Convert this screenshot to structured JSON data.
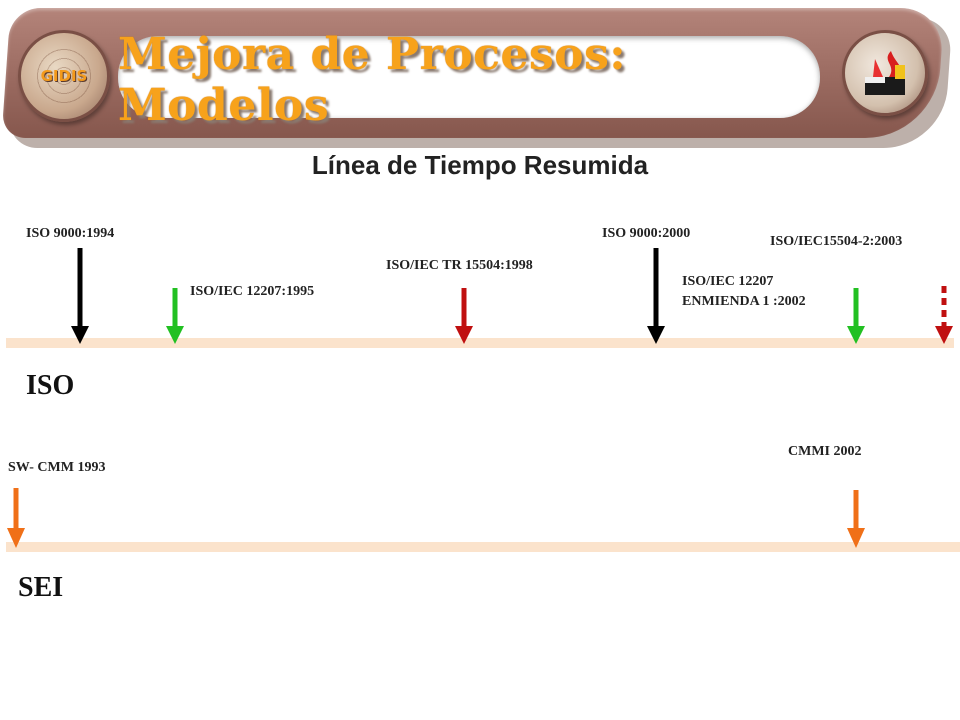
{
  "header": {
    "title": "Mejora de Procesos: Modelos",
    "logo_left_text": "GIDIS",
    "title_color": "#f7a21b",
    "banner_color": "#9a6a60"
  },
  "subtitle": "Línea de Tiempo Resumida",
  "timelines": [
    {
      "label": "ISO",
      "events": [
        {
          "label": "ISO 9000:1994",
          "arrow": "black",
          "style": "solid"
        },
        {
          "label": "ISO/IEC 12207:1995",
          "arrow": "green",
          "style": "solid"
        },
        {
          "label": "ISO/IEC TR 15504:1998",
          "arrow": "red",
          "style": "solid"
        },
        {
          "label": "ISO 9000:2000",
          "arrow": "black",
          "style": "solid"
        },
        {
          "label": "ISO/IEC 12207\nENMIENDA 1 :2002",
          "arrow": "green",
          "style": "solid"
        },
        {
          "label": "ISO/IEC15504-2:2003",
          "arrow": "red",
          "style": "dashed"
        }
      ]
    },
    {
      "label": "SEI",
      "events": [
        {
          "label": "SW- CMM 1993",
          "arrow": "orange",
          "style": "solid"
        },
        {
          "label": "CMMI 2002",
          "arrow": "orange",
          "style": "solid"
        }
      ]
    }
  ],
  "colors": {
    "black": "#000000",
    "green": "#22c022",
    "red": "#c01010",
    "orange": "#f07018",
    "track": "#fbe3cc"
  }
}
